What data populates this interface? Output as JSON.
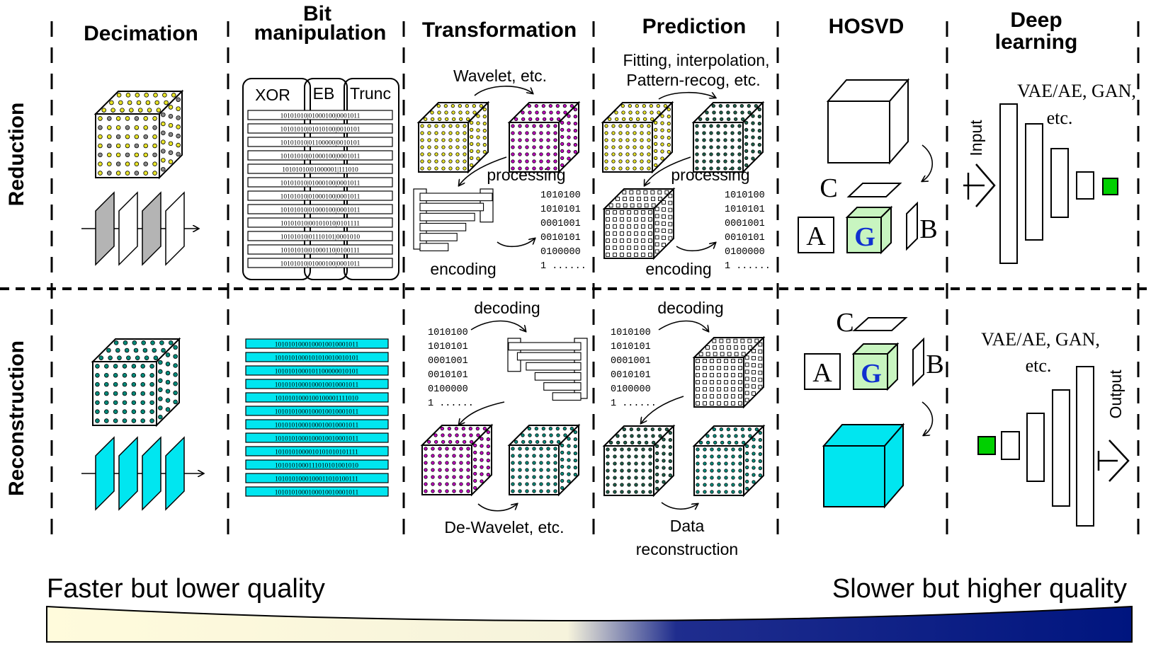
{
  "columns": [
    "Decimation",
    "Bit",
    "manipulation",
    "Transformation",
    "Prediction",
    "HOSVD",
    "Deep",
    "learning"
  ],
  "rows": [
    "Reduction",
    "Reconstruction"
  ],
  "bit_manip": {
    "headers": [
      "XOR",
      "EB",
      "Trunc"
    ],
    "reduction_rows": [
      "10101010|01000100|0001011",
      "10101010|01010100|0010101",
      "10101010|01100000|0010101",
      "10101010|01000100|0001011",
      "10101010|01000001|111010",
      "10101010|01000100|0001011",
      "10101010|01000100|0001011",
      "10101010|01000100|0001011",
      "10101010|00101010|0101111",
      "10101010|01110101|0001010",
      "10101010|01000110|0100111",
      "10101010|01000100|0001011"
    ],
    "reconstruction_rows": [
      "1010101000100010010001011",
      "1010101000101010010010101",
      "1010101000101100000010101",
      "1010101000100010010001011",
      "1010101000100100001111010",
      "1010101000100010010001011",
      "1010101000100010010001011",
      "1010101000100010010001011",
      "1010101000010101010101111",
      "1010101000111010101001010",
      "1010101000100011010100111",
      "1010101000100010010001011"
    ]
  },
  "transformation": {
    "top_arrow": "Wavelet, etc.",
    "processing": "processing",
    "encoding": "encoding",
    "decoding": "decoding",
    "bottom_arrow": "De-Wavelet, etc."
  },
  "prediction": {
    "top_arrow_line1": "Fitting, interpolation,",
    "top_arrow_line2": "Pattern-recog, etc.",
    "processing": "processing",
    "encoding": "encoding",
    "decoding": "decoding",
    "bottom_line1": "Data",
    "bottom_line2": "reconstruction"
  },
  "bitstream": [
    "1010100",
    "1010101",
    "0001001",
    "0010101",
    "0100000",
    "1 ......"
  ],
  "hosvd": {
    "a": "A",
    "b": "B",
    "c": "C",
    "g": "G"
  },
  "deep": {
    "models_line1": "VAE/AE, GAN,",
    "models_line2": "etc.",
    "input": "Input",
    "output": "Output"
  },
  "quality": {
    "left": "Faster but lower quality",
    "right": "Slower but higher quality"
  },
  "colors": {
    "yellow_dot": "#e8e42a",
    "magenta_dot": "#c000c0",
    "teal_dot": "#008a7a",
    "dark_teal_dot": "#1f5f4a",
    "cyan": "#00e6f0",
    "gray": "#b4b4b4",
    "green": "#00d000",
    "light_green": "#c8f5c0",
    "g_blue": "#1030d0",
    "wedge_light": "#fffbdc",
    "wedge_dark": "#00188a"
  }
}
